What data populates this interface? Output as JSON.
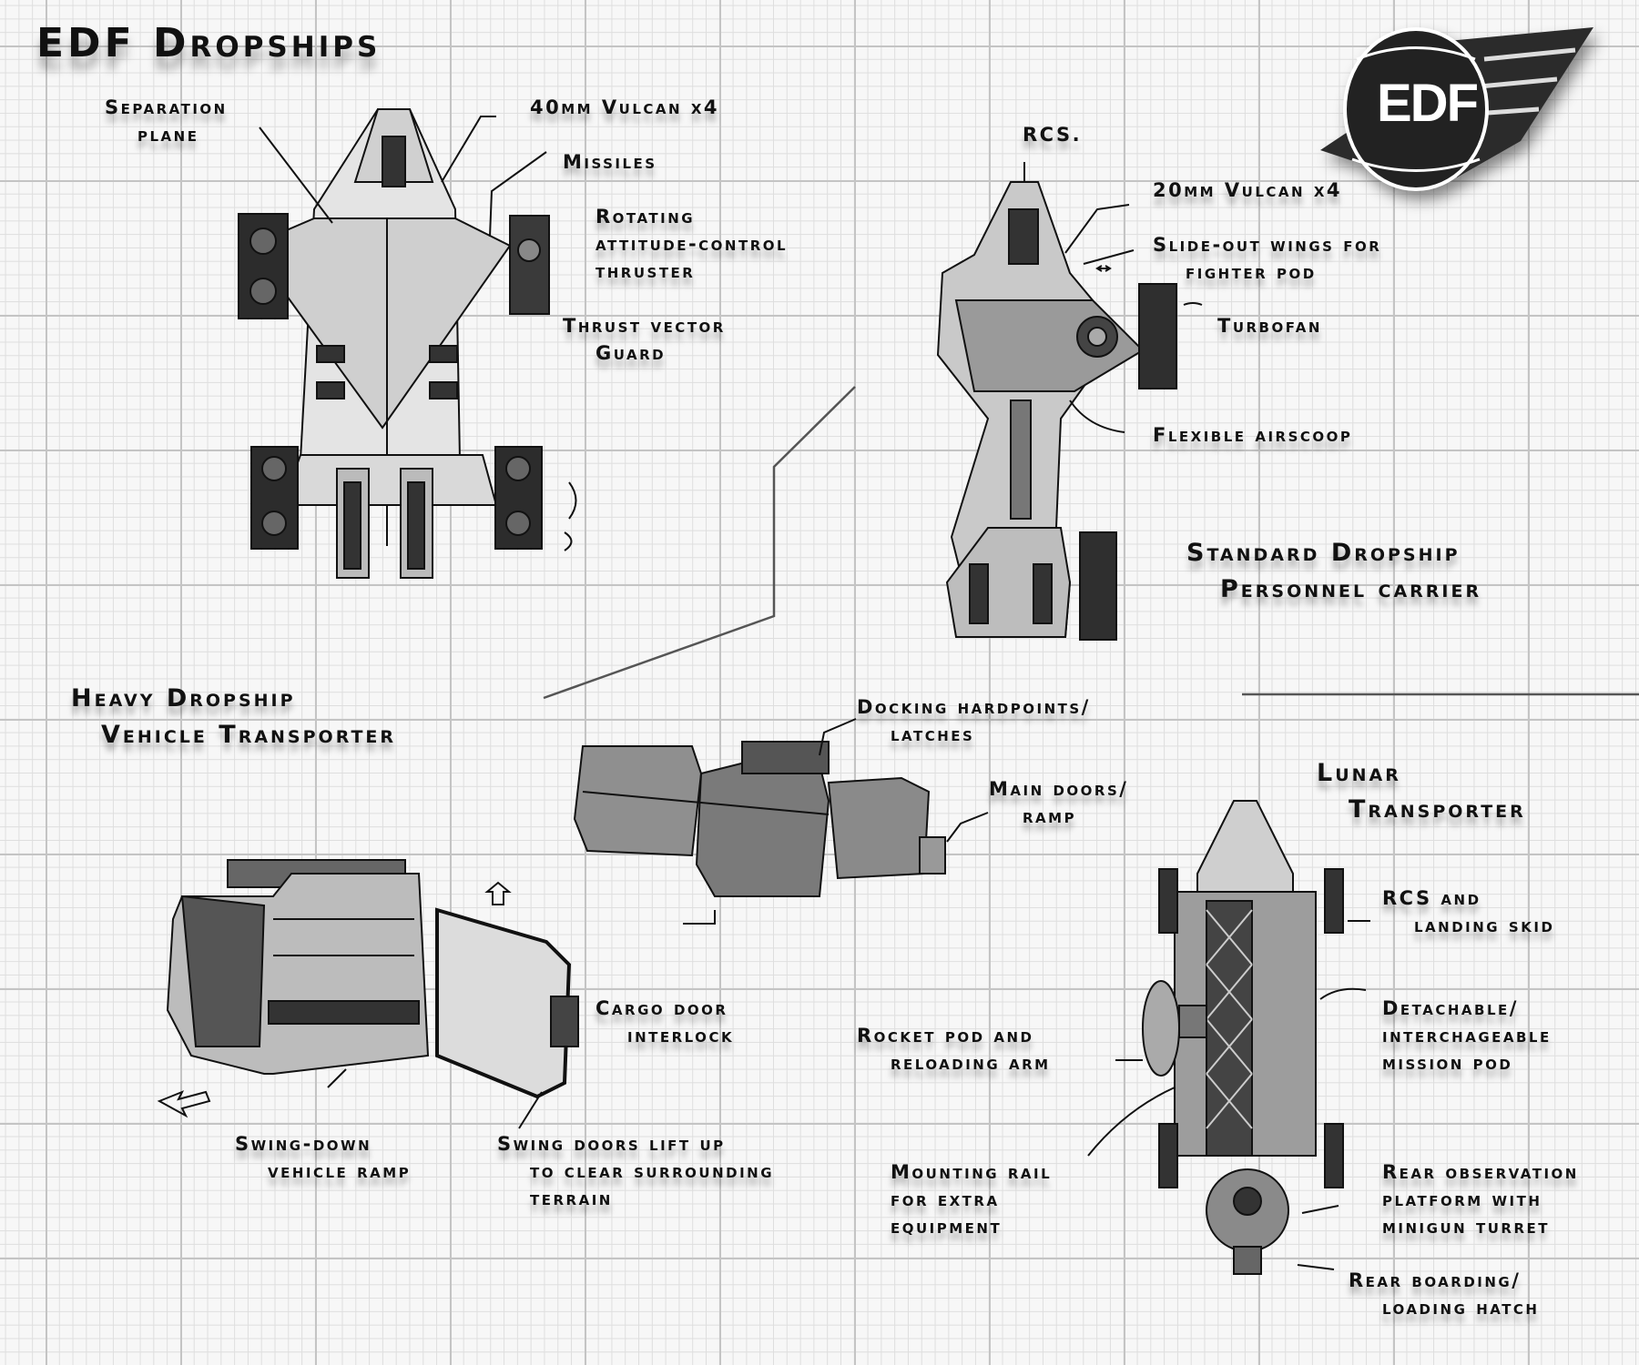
{
  "title": "EDF Dropships",
  "logo": {
    "text": "EDF"
  },
  "ships": {
    "standard": {
      "name_line1": "Standard Dropship",
      "name_line2": "Personnel carrier"
    },
    "heavy": {
      "name_line1": "Heavy Dropship",
      "name_line2": "Vehicle Transporter"
    },
    "lunar": {
      "name_line1": "Lunar",
      "name_line2": "Transporter"
    }
  },
  "labels": {
    "separation": [
      "Separation",
      "plane"
    ],
    "vulcan40": [
      "40mm Vulcan x4"
    ],
    "missiles": [
      "Missiles"
    ],
    "rotating": [
      "Rotating",
      "attitude-control",
      "thruster"
    ],
    "thrust_guard": [
      "Thrust vector",
      "Guard"
    ],
    "rcs": [
      "RCS."
    ],
    "vulcan20": [
      "20mm Vulcan x4"
    ],
    "slide_out": [
      "Slide-out wings for",
      "fighter pod"
    ],
    "turbofan": [
      "Turbofan"
    ],
    "airscoop": [
      "Flexible airscoop"
    ],
    "docking": [
      "Docking hardpoints/",
      "latches"
    ],
    "main_doors": [
      "Main doors/",
      "ramp"
    ],
    "rcs_skid": [
      "RCS and",
      "landing skid"
    ],
    "cargo_door": [
      "Cargo door",
      "interlock"
    ],
    "mission_pod": [
      "Detachable/",
      "interchageable",
      "mission pod"
    ],
    "rocket_pod": [
      "Rocket pod and",
      "reloading arm"
    ],
    "swing_ramp": [
      "Swing-down",
      "vehicle ramp"
    ],
    "swing_doors": [
      "Swing doors lift up",
      "to clear surrounding",
      "terrain"
    ],
    "mounting_rail": [
      "Mounting rail",
      "for extra",
      "equipment"
    ],
    "rear_obs": [
      "Rear observation",
      "platform with",
      "minigun turret"
    ],
    "rear_hatch": [
      "Rear boarding/",
      "loading hatch"
    ]
  }
}
